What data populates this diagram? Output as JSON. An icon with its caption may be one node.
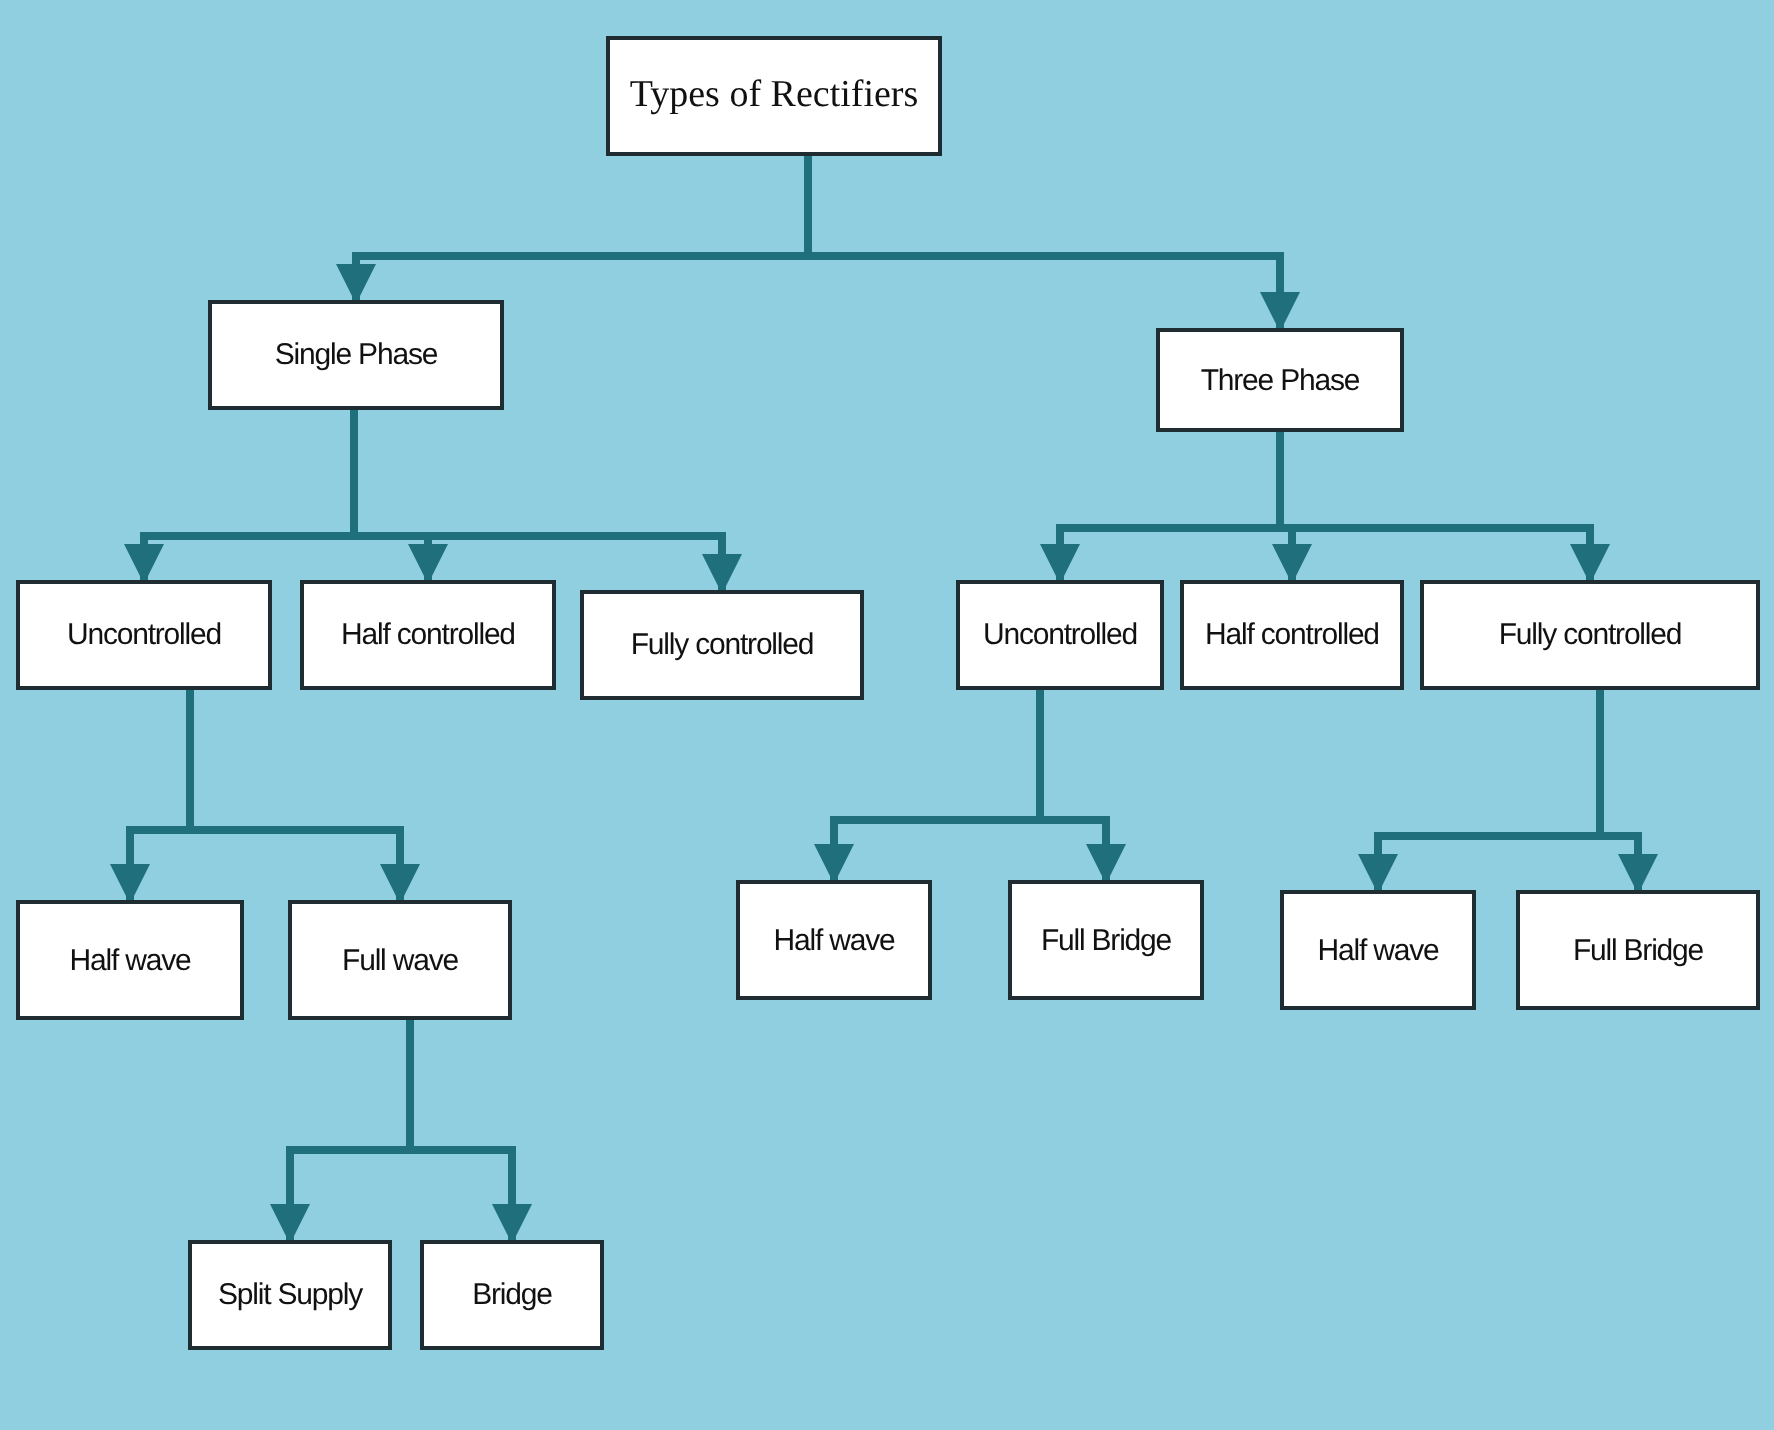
{
  "diagram": {
    "nodes": [
      {
        "text": [
          "Types of Rectifiers"
        ]
      },
      {
        "text": [
          "Single Phase"
        ]
      },
      {
        "text": [
          "Three Phase"
        ]
      },
      {
        "text": [
          "Uncontrolled"
        ]
      },
      {
        "text": [
          "Half controlled"
        ]
      },
      {
        "text": [
          "Fully controlled"
        ]
      },
      {
        "text": [
          "Uncontrolled"
        ]
      },
      {
        "text": [
          "Half controlled"
        ]
      },
      {
        "text": [
          "Fully controlled"
        ]
      },
      {
        "text": [
          "Half wave"
        ]
      },
      {
        "text": [
          "Full wave"
        ]
      },
      {
        "text": [
          "Half wave"
        ]
      },
      {
        "text": [
          "Full Bridge"
        ]
      },
      {
        "text": [
          "Half wave"
        ]
      },
      {
        "text": [
          "Full Bridge"
        ]
      },
      {
        "text": [
          "Split Supply"
        ]
      },
      {
        "text": [
          "Bridge"
        ]
      }
    ],
    "edges": [
      {
        "from": 0,
        "to": 1,
        "arrow": "to"
      },
      {
        "from": 0,
        "to": 2,
        "arrow": "to"
      },
      {
        "from": 1,
        "to": 3,
        "arrow": "to"
      },
      {
        "from": 1,
        "to": 4,
        "arrow": "to"
      },
      {
        "from": 1,
        "to": 5,
        "arrow": "to"
      },
      {
        "from": 2,
        "to": 6,
        "arrow": "to"
      },
      {
        "from": 2,
        "to": 7,
        "arrow": "to"
      },
      {
        "from": 2,
        "to": 8,
        "arrow": "to"
      },
      {
        "from": 3,
        "to": 9,
        "arrow": "to"
      },
      {
        "from": 3,
        "to": 10,
        "arrow": "to"
      },
      {
        "from": 6,
        "to": 11,
        "arrow": "to"
      },
      {
        "from": 6,
        "to": 12,
        "arrow": "to"
      },
      {
        "from": 8,
        "to": 13,
        "arrow": "to"
      },
      {
        "from": 8,
        "to": 14,
        "arrow": "to"
      },
      {
        "from": 10,
        "to": 15,
        "arrow": "to"
      },
      {
        "from": 10,
        "to": 16,
        "arrow": "to"
      }
    ]
  }
}
